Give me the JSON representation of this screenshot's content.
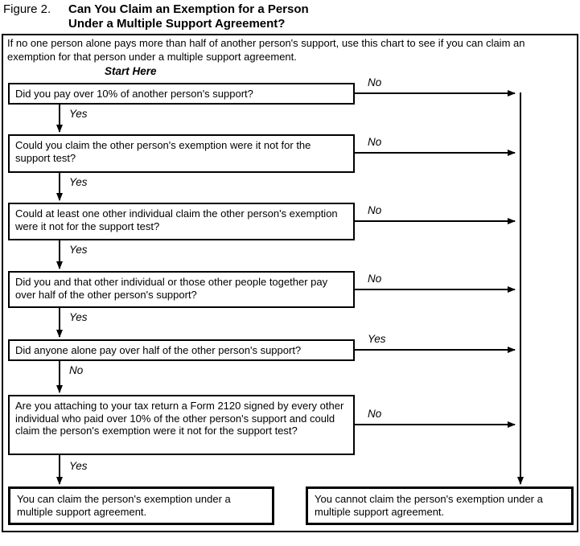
{
  "figure": {
    "label": "Figure 2.",
    "title_line1": "Can You Claim an Exemption for a Person",
    "title_line2": "Under a Multiple Support Agreement?"
  },
  "intro": "If no one person alone pays more than half of another person's support, use this chart to see if you can claim an exemption for that person under a multiple support agreement.",
  "start_here": "Start Here",
  "questions": [
    {
      "text": "Did you pay over 10% of another person's support?",
      "right_label": "No",
      "down_label": "Yes"
    },
    {
      "text": "Could you claim the other person's exemption were it not for the support test?",
      "right_label": "No",
      "down_label": "Yes"
    },
    {
      "text": "Could at least one other individual claim the other person's exemption were it not for the support test?",
      "right_label": "No",
      "down_label": "Yes"
    },
    {
      "text": "Did you and that other individual or those other people together pay over half of the other person's support?",
      "right_label": "No",
      "down_label": "Yes"
    },
    {
      "text": "Did anyone alone pay over half of the other person's support?",
      "right_label": "Yes",
      "down_label": "No"
    },
    {
      "text": "Are you attaching to your tax return a Form 2120 signed by every other individual who paid over 10% of the other person's support and could claim the person's exemption were it not for the support test?",
      "right_label": "No",
      "down_label": "Yes"
    }
  ],
  "results": {
    "can_claim": "You can claim the person's exemption under a multiple support agreement.",
    "cannot_claim": "You cannot claim the person's exemption under a multiple support agreement."
  },
  "colors": {
    "line": "#000000",
    "background": "#ffffff",
    "text": "#000000"
  }
}
